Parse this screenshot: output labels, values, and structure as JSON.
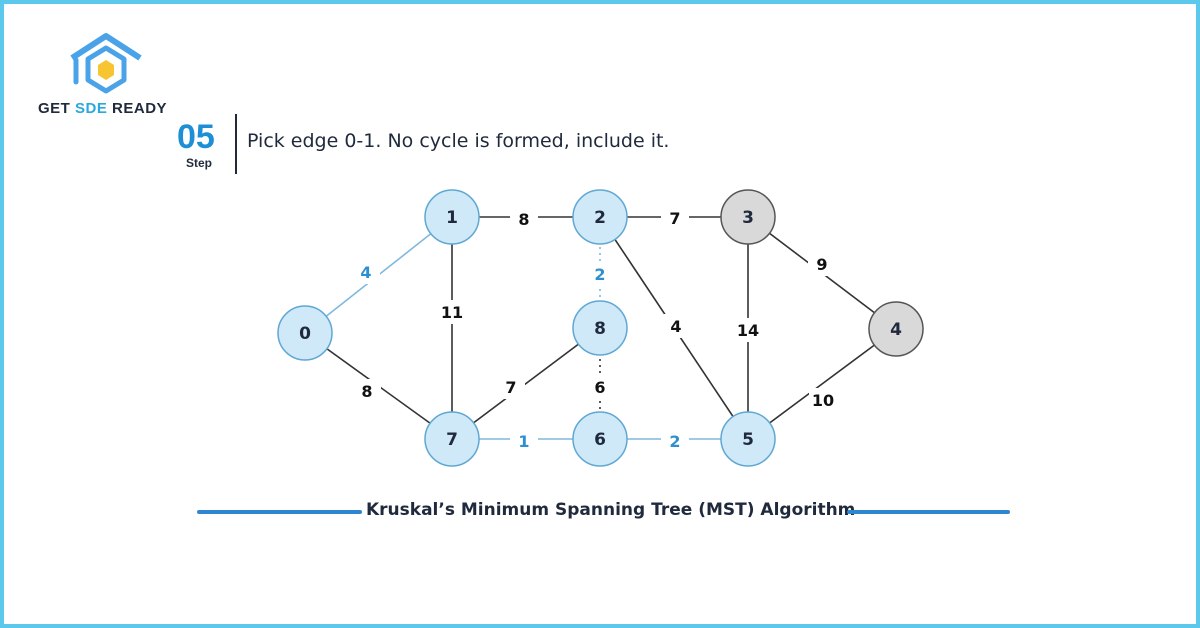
{
  "brand": {
    "prefix": "GET ",
    "accent": "SDE",
    "suffix": " READY",
    "logo_icon": "hexagon-cube-house-icon"
  },
  "step": {
    "number": "05",
    "label": "Step",
    "text": "Pick edge 0-1. No cycle is formed, include it."
  },
  "caption": "Kruskal’s Minimum Spanning Tree (MST) Algorithm",
  "colors": {
    "node_active_fill": "#cfe9f8",
    "node_active_stroke": "#5fa8d3",
    "node_inactive_fill": "#d9d9d9",
    "node_inactive_stroke": "#555555",
    "edge_default": "#333333",
    "edge_selected": "#7fb9dd",
    "weight_default": "#111111",
    "weight_selected": "#2e8fd0",
    "accent_line": "#2f86d0",
    "frame": "#5cc8ec"
  },
  "graph": {
    "nodes": [
      {
        "id": "0",
        "label": "0",
        "state": "active"
      },
      {
        "id": "1",
        "label": "1",
        "state": "active"
      },
      {
        "id": "2",
        "label": "2",
        "state": "active"
      },
      {
        "id": "3",
        "label": "3",
        "state": "inactive"
      },
      {
        "id": "4",
        "label": "4",
        "state": "inactive"
      },
      {
        "id": "5",
        "label": "5",
        "state": "active"
      },
      {
        "id": "6",
        "label": "6",
        "state": "active"
      },
      {
        "id": "7",
        "label": "7",
        "state": "active"
      },
      {
        "id": "8",
        "label": "8",
        "state": "active"
      }
    ],
    "edges": [
      {
        "from": "0",
        "to": "1",
        "weight": "4",
        "state": "selected"
      },
      {
        "from": "0",
        "to": "7",
        "weight": "8",
        "state": "default"
      },
      {
        "from": "1",
        "to": "2",
        "weight": "8",
        "state": "default"
      },
      {
        "from": "1",
        "to": "7",
        "weight": "11",
        "state": "default"
      },
      {
        "from": "2",
        "to": "3",
        "weight": "7",
        "state": "default"
      },
      {
        "from": "2",
        "to": "8",
        "weight": "2",
        "state": "selected-dashed"
      },
      {
        "from": "2",
        "to": "5",
        "weight": "4",
        "state": "default"
      },
      {
        "from": "3",
        "to": "4",
        "weight": "9",
        "state": "default"
      },
      {
        "from": "3",
        "to": "5",
        "weight": "14",
        "state": "default"
      },
      {
        "from": "4",
        "to": "5",
        "weight": "10",
        "state": "default"
      },
      {
        "from": "5",
        "to": "6",
        "weight": "2",
        "state": "selected"
      },
      {
        "from": "6",
        "to": "7",
        "weight": "1",
        "state": "selected"
      },
      {
        "from": "6",
        "to": "8",
        "weight": "6",
        "state": "default-dashed"
      },
      {
        "from": "7",
        "to": "8",
        "weight": "7",
        "state": "default"
      }
    ]
  }
}
